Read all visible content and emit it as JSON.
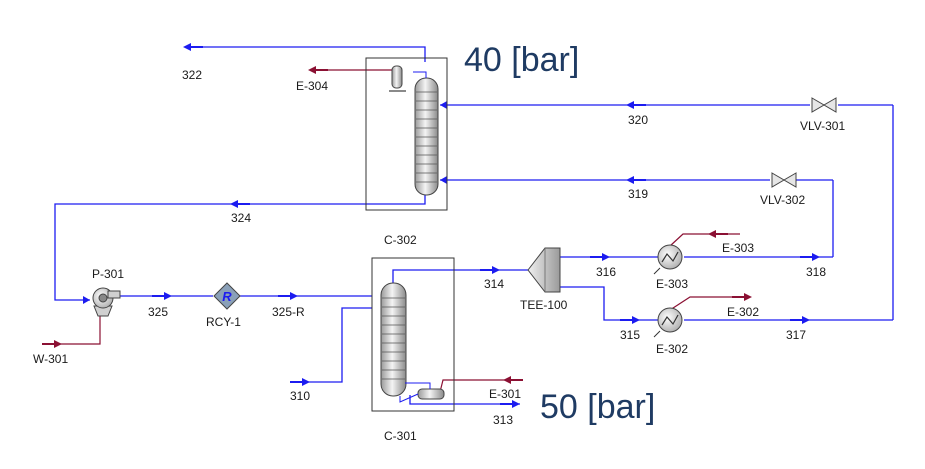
{
  "colors": {
    "material": "#1c1cf0",
    "energy": "#8b1033",
    "equipment_fill": "#e6e6e6",
    "equipment_stroke": "#444444",
    "pressure_text": "#1f3b63",
    "recycle_fill": "#8aa0b8"
  },
  "pressures": {
    "upper": "40 [bar]",
    "lower": "50 [bar]"
  },
  "streams": {
    "s322": "322",
    "s324": "324",
    "s320": "320",
    "s319": "319",
    "s325": "325",
    "s325r": "325-R",
    "s314": "314",
    "s316": "316",
    "s315": "315",
    "s318": "318",
    "s317": "317",
    "s310": "310",
    "s313": "313"
  },
  "energy_streams": {
    "e304": "E-304",
    "e303": "E-303",
    "e302": "E-302",
    "e301": "E-301",
    "w301": "W-301"
  },
  "units": {
    "c302": "C-302",
    "c301": "C-301",
    "p301": "P-301",
    "rcy1": "RCY-1",
    "tee100": "TEE-100",
    "e303": "E-303",
    "e302": "E-302",
    "vlv301": "VLV-301",
    "vlv302": "VLV-302"
  },
  "recycle_symbol": "R"
}
